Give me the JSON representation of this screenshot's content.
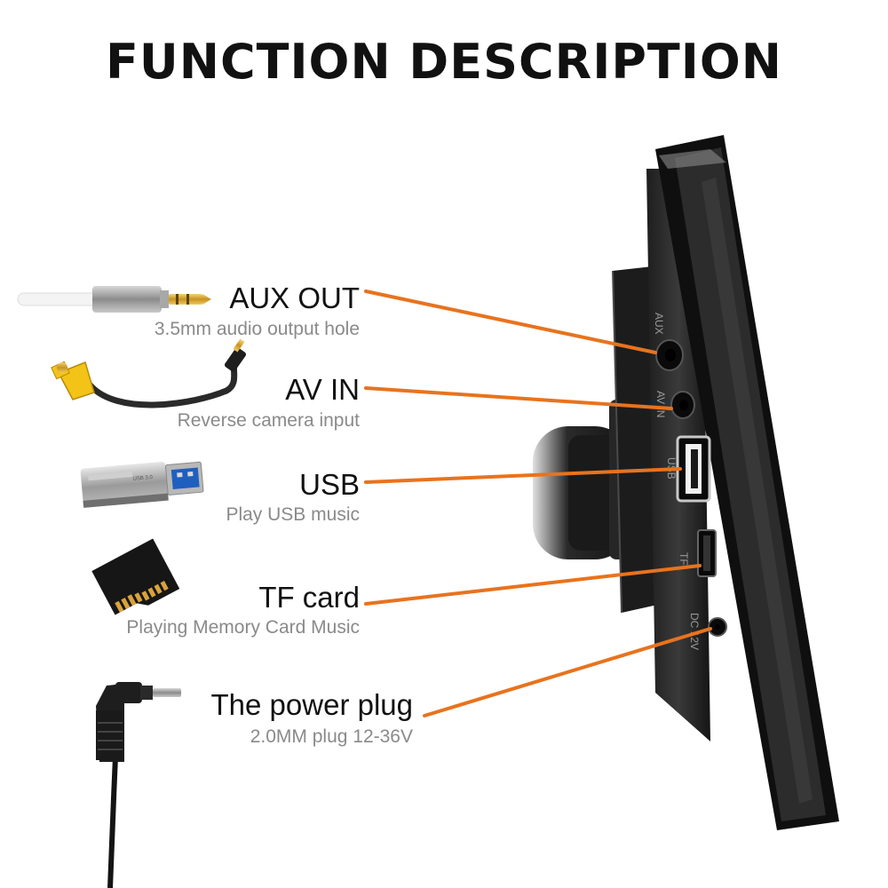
{
  "title": "FUNCTION DESCRIPTION",
  "accent_color": "#e8731e",
  "ports": [
    {
      "id": "aux-out",
      "label": "AUX OUT",
      "description": "3.5mm audio output hole",
      "icon": "audio-jack-cable-icon",
      "device_marking": "AUX"
    },
    {
      "id": "av-in",
      "label": "AV IN",
      "description": "Reverse camera input",
      "icon": "rca-cable-icon",
      "device_marking": "AV IN"
    },
    {
      "id": "usb",
      "label": "USB",
      "description": "Play USB music",
      "icon": "usb-flash-drive-icon",
      "device_marking": "USB"
    },
    {
      "id": "tf-card",
      "label": "TF card",
      "description": "Playing Memory Card Music",
      "icon": "sd-card-icon",
      "device_marking": "TF"
    },
    {
      "id": "power",
      "label": "The power plug",
      "description": "2.0MM plug 12-36V",
      "icon": "power-plug-icon",
      "device_marking": "DC 12V"
    }
  ]
}
